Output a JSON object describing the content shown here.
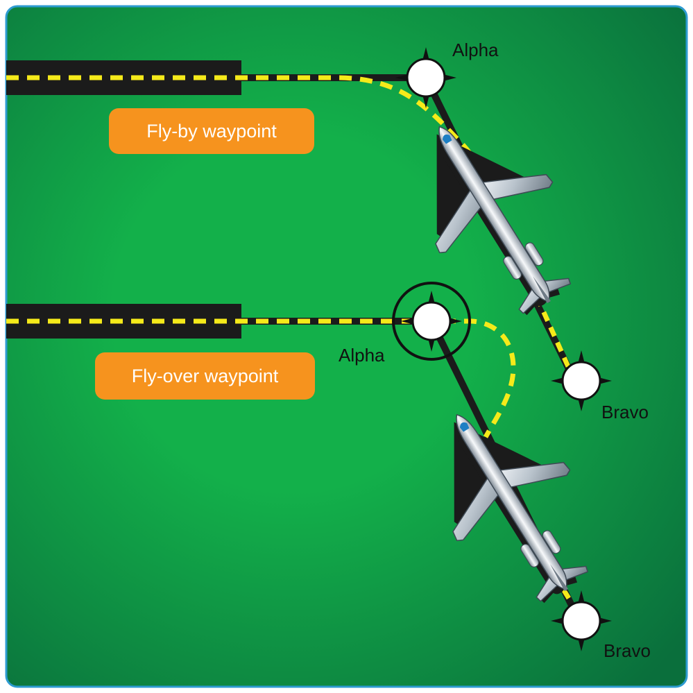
{
  "colors": {
    "border": "#2d9bd1",
    "field_light": "#13b04a",
    "field_dark": "#0a6f3c",
    "taxiway": "#1b1b1b",
    "dash": "#f5ea1a",
    "callout": "#f6931e",
    "waypoint_fill": "#ffffff",
    "waypoint_stroke": "#111111"
  },
  "icons": {
    "waypoint": "compass-star-waypoint-icon",
    "aircraft": "jet-airliner-icon"
  },
  "callouts": {
    "fly_by": "Fly-by waypoint",
    "fly_over": "Fly-over waypoint"
  },
  "waypoints": {
    "alpha_top": "Alpha",
    "alpha_bottom": "Alpha",
    "bravo_top": "Bravo",
    "bravo_bottom": "Bravo"
  }
}
